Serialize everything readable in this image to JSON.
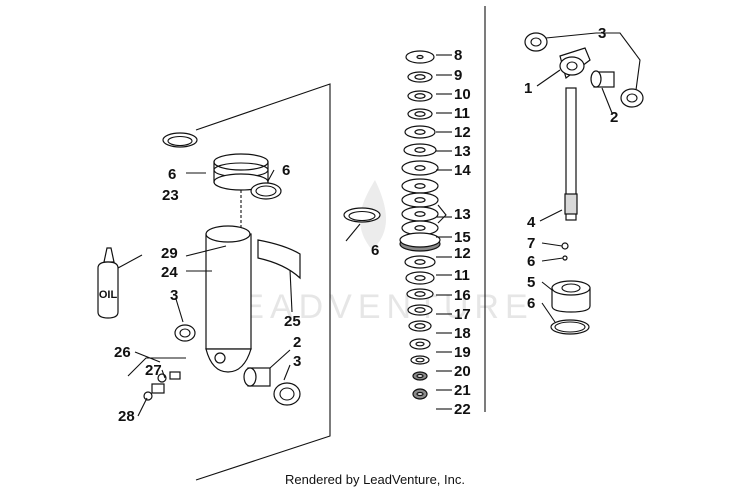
{
  "watermark": "LEADVENTURE",
  "footer": "Rendered by LeadVenture, Inc.",
  "oil_label": "OIL",
  "callouts": [
    "1",
    "2",
    "3",
    "4",
    "5",
    "6",
    "7",
    "8",
    "9",
    "10",
    "11",
    "12",
    "13",
    "14",
    "15",
    "16",
    "17",
    "18",
    "19",
    "20",
    "21",
    "22",
    "23",
    "24",
    "25",
    "26",
    "27",
    "28",
    "29"
  ]
}
